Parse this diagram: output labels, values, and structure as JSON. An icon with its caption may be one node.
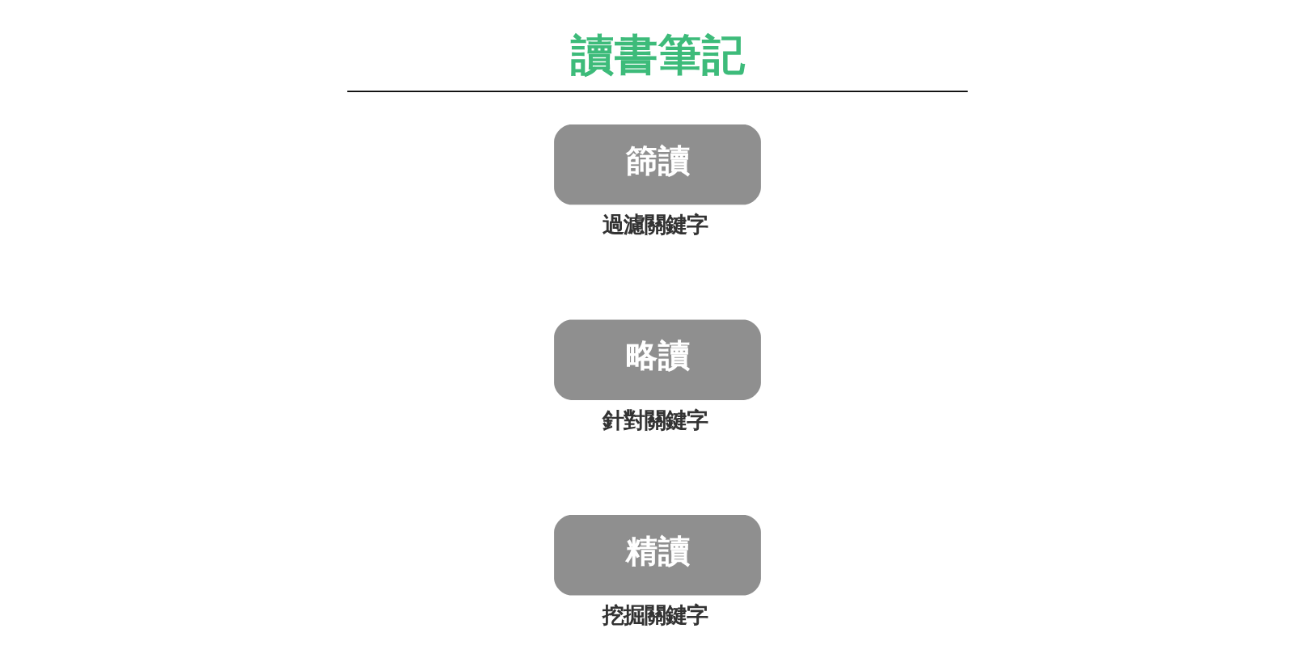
{
  "diagram": {
    "title": "讀書筆記",
    "nodes": [
      {
        "text": [
          "篩讀"
        ],
        "beside": [
          "過濾關鍵字"
        ]
      },
      {
        "text": [
          "略讀"
        ],
        "beside": [
          "針對關鍵字"
        ]
      },
      {
        "text": [
          "精讀"
        ],
        "beside": [
          "挖掘關鍵字"
        ]
      }
    ]
  }
}
